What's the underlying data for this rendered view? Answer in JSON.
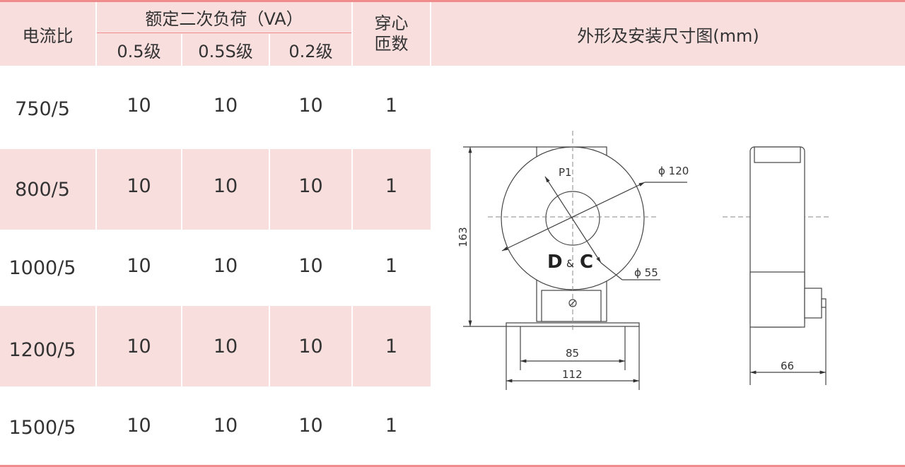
{
  "header": {
    "ratio": "电流比",
    "burden_group": "额定二次负荷（VA）",
    "class_05": "0.5级",
    "class_05s": "0.5S级",
    "class_02": "0.2级",
    "turns_line1": "穿心",
    "turns_line2": "匝数",
    "drawing": "外形及安装尺寸图(mm)"
  },
  "rows": [
    {
      "ratio": "750/5",
      "c05": "10",
      "c05s": "10",
      "c02": "10",
      "turns": "1"
    },
    {
      "ratio": "800/5",
      "c05": "10",
      "c05s": "10",
      "c02": "10",
      "turns": "1"
    },
    {
      "ratio": "1000/5",
      "c05": "10",
      "c05s": "10",
      "c02": "10",
      "turns": "1"
    },
    {
      "ratio": "1200/5",
      "c05": "10",
      "c05s": "10",
      "c02": "10",
      "turns": "1"
    },
    {
      "ratio": "1500/5",
      "c05": "10",
      "c05s": "10",
      "c02": "10",
      "turns": "1"
    }
  ],
  "drawing": {
    "outer_dia": "ϕ 120",
    "inner_dia": "ϕ 55",
    "height": "163",
    "base_inner": "85",
    "base_outer": "112",
    "depth": "66",
    "terminal": "P1",
    "logo_left": "D",
    "logo_amp": "&",
    "logo_right": "C"
  },
  "colors": {
    "accent_line": "#f08c8c",
    "header_fill": "#f9dede",
    "row_fill": "#f9dede",
    "drawing_stroke": "#444444"
  }
}
